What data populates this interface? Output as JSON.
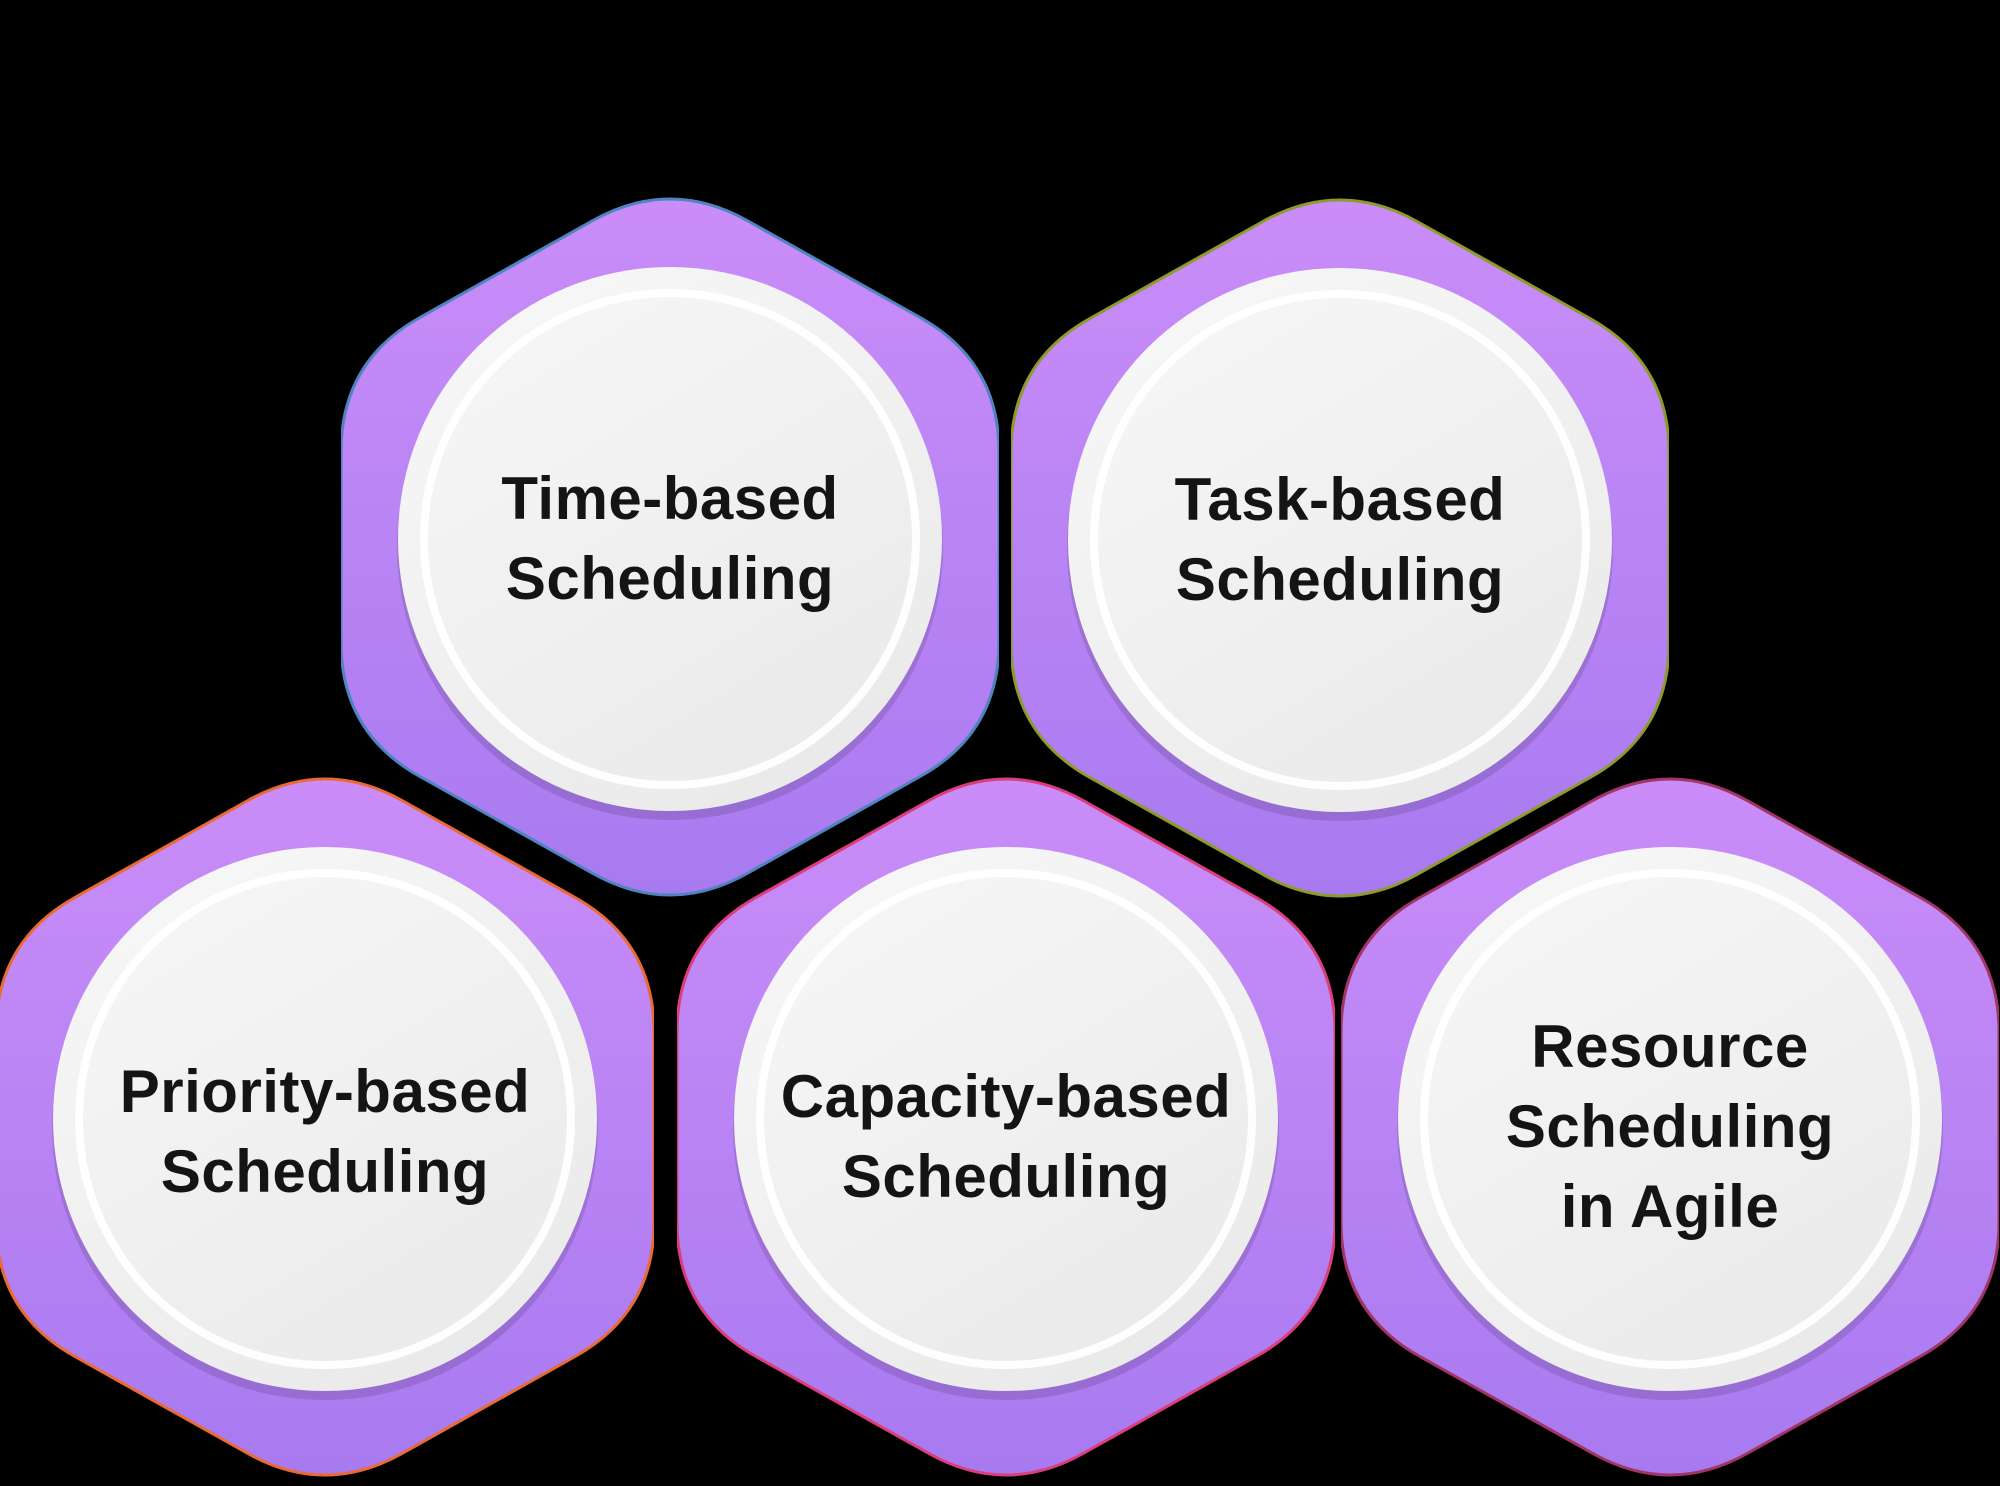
{
  "colors": {
    "background": "#000000",
    "text": "#141414",
    "hexagon_fill_top": "#ca8df8",
    "hexagon_fill_bottom": "#a87af0",
    "circle_fill_light": "#f7f7f7",
    "circle_fill_dark": "#e9e9e9",
    "highlight_ring": "#ffffff"
  },
  "hexagons": [
    {
      "id": "time-based",
      "outline_color": "#4f84c1",
      "lines": [
        "Time-based",
        "Scheduling"
      ]
    },
    {
      "id": "task-based",
      "outline_color": "#8f9a2e",
      "lines": [
        "Task-based",
        "Scheduling"
      ]
    },
    {
      "id": "priority-based",
      "outline_color": "#ea6a35",
      "lines": [
        "Priority-based",
        "Scheduling"
      ]
    },
    {
      "id": "capacity-based",
      "outline_color": "#dc3e7d",
      "lines": [
        "Capacity-based",
        "Scheduling"
      ]
    },
    {
      "id": "resource-agile",
      "outline_color": "#a23567",
      "lines": [
        "Resource",
        "Scheduling",
        "in Agile"
      ]
    }
  ]
}
